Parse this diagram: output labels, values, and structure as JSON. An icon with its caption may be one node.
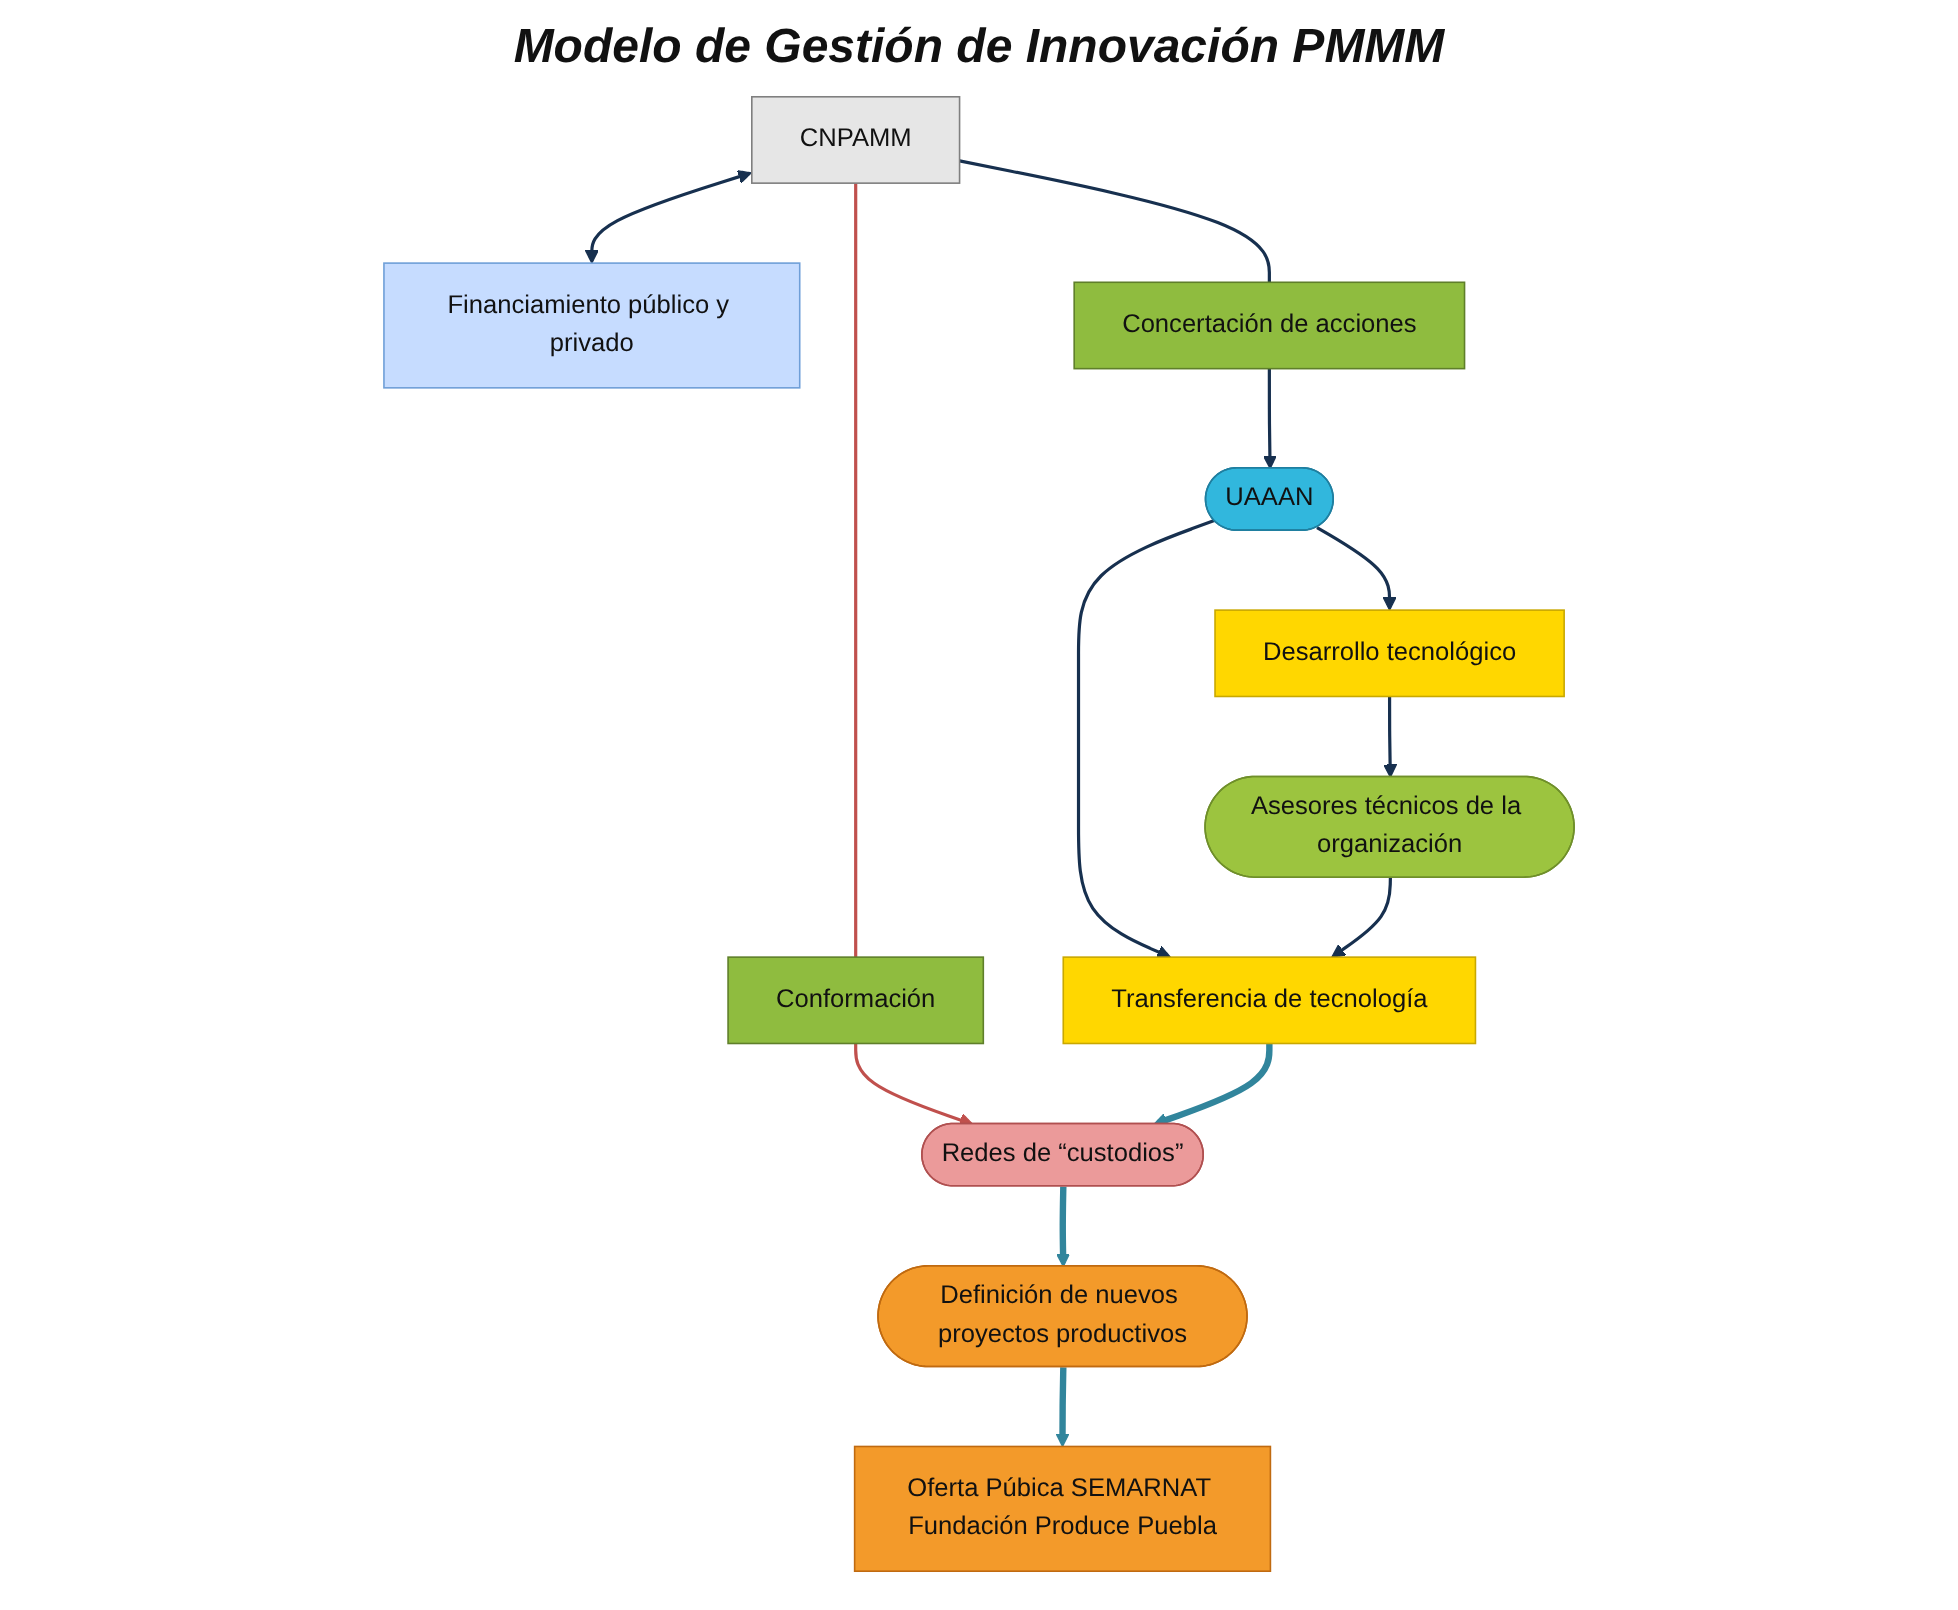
{
  "diagram": {
    "title": "Modelo de Gestión de Innovación PMMM",
    "nodes": [
      {
        "text": [
          "CNPAMM"
        ]
      },
      {
        "text": [
          "Financiamiento público y privado"
        ]
      },
      {
        "text": [
          "Conformación"
        ]
      },
      {
        "text": [
          "Concertación de acciones"
        ]
      },
      {
        "text": [
          "Redes de “custodios”"
        ]
      },
      {
        "text": [
          "Definición de nuevos proyectos productivos"
        ]
      },
      {
        "text": [
          "Oferta Púbica SEMARNAT Fundación Produce Puebla"
        ]
      },
      {
        "text": [
          "Transferencia de tecnología"
        ]
      },
      {
        "text": [
          "UAAAN"
        ]
      },
      {
        "text": [
          "Asesores técnicos de la organización"
        ]
      },
      {
        "text": [
          "Desarrollo tecnológico"
        ]
      }
    ],
    "edges": [
      {
        "from": 0,
        "to": 1,
        "arrow": "both"
      },
      {
        "from": 0,
        "to": 2,
        "arrow": "none",
        "color": "#c0504d"
      },
      {
        "from": 2,
        "to": 4,
        "arrow": "to",
        "color": "#c0504d"
      },
      {
        "from": 0,
        "to": 3,
        "arrow": "none"
      },
      {
        "from": 3,
        "to": 8,
        "arrow": "to"
      },
      {
        "from": 4,
        "to": 5,
        "arrow": "to",
        "style": "thick",
        "color": "#31859c"
      },
      {
        "from": 5,
        "to": 6,
        "arrow": "to",
        "style": "thick",
        "color": "#31859c"
      },
      {
        "from": 7,
        "to": 4,
        "arrow": "to",
        "style": "thick",
        "color": "#31859c"
      },
      {
        "from": 8,
        "to": 7,
        "arrow": "to"
      },
      {
        "from": 9,
        "to": 7,
        "arrow": "to"
      },
      {
        "from": 8,
        "to": 10,
        "arrow": "to"
      },
      {
        "from": 10,
        "to": 9,
        "arrow": "to"
      }
    ]
  }
}
